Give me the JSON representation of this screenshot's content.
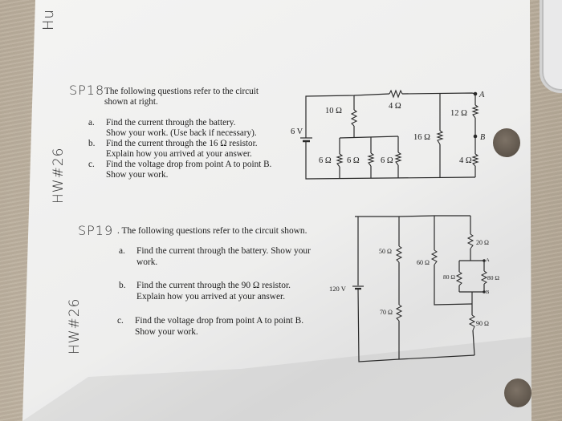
{
  "background": {
    "desk_color": "#bfb3a2",
    "paper_color": "#f1f1f0"
  },
  "handwriting": {
    "top_mark": "Hu",
    "sp18_label": "SP18",
    "sp18_margin_note": "HW#26",
    "sp19_label": "SP19",
    "sp19_margin_note": "HW#26"
  },
  "sp18": {
    "intro_line1": "The following questions refer to the circuit",
    "intro_line2": "shown at right.",
    "questions": [
      {
        "letter": "a.",
        "line1": "Find the current through the battery.",
        "line2": "Show your work.  (Use back if necessary)."
      },
      {
        "letter": "b.",
        "line1": "Find the current through the 16 Ω resistor.",
        "line2": "Explain how you arrived at your answer."
      },
      {
        "letter": "c.",
        "line1": "Find the voltage drop from point A to point B.",
        "line2": "Show your work."
      }
    ],
    "circuit": {
      "battery": "6 V",
      "r_top": "4 Ω",
      "r_left": "10 Ω",
      "r_parallel_1": "6 Ω",
      "r_parallel_2": "6 Ω",
      "r_parallel_3": "6 Ω",
      "r_middle": "16 Ω",
      "r_upper_right": "12 Ω",
      "r_lower_right": "4 Ω",
      "point_a": "A",
      "point_b": "B"
    }
  },
  "sp19": {
    "intro": ". The following questions refer to the circuit shown.",
    "questions": [
      {
        "letter": "a.",
        "line1": "Find the current through the battery.  Show your",
        "line2": "work."
      },
      {
        "letter": "b.",
        "line1": "Find the current through the 90 Ω resistor.",
        "line2": "Explain how you arrived at your answer."
      },
      {
        "letter": "c.",
        "line1": "Find the voltage drop from point A to point B.",
        "line2": "Show your work."
      }
    ],
    "circuit": {
      "battery": "120 V",
      "r_50": "50 Ω",
      "r_70": "70 Ω",
      "r_60": "60 Ω",
      "r_20": "20 Ω",
      "r_80_left": "80 Ω",
      "r_80_right": "80 Ω",
      "r_90": "90 Ω",
      "point_a": "A",
      "point_b": "B"
    }
  }
}
